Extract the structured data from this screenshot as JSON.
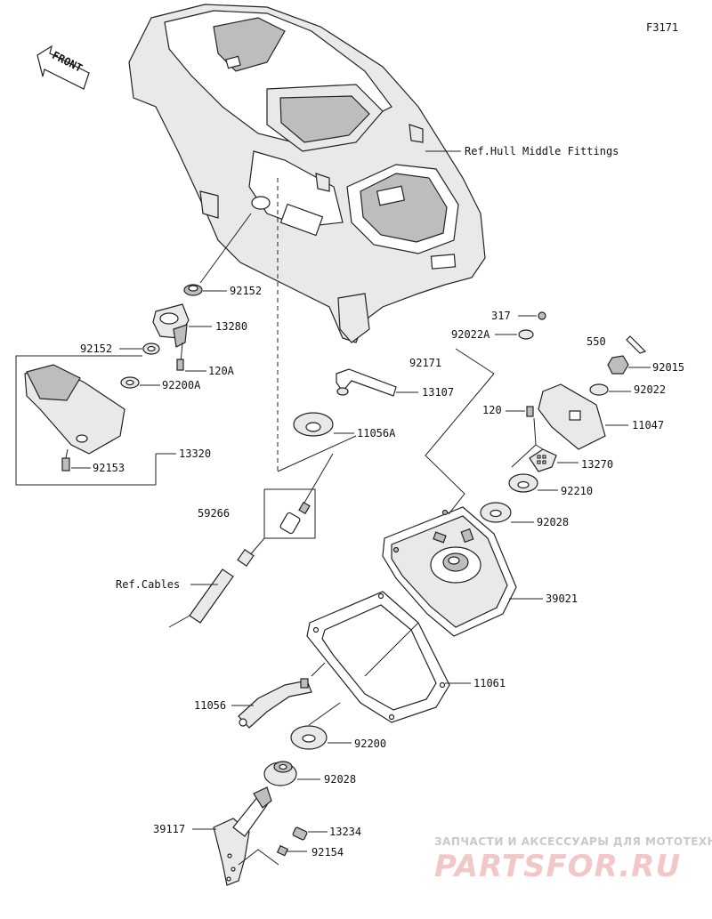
{
  "figure_code": "F3171",
  "front_label": "FRONT",
  "ref_labels": {
    "hull": "Ref.Hull Middle Fittings",
    "cables": "Ref.Cables"
  },
  "part_labels": {
    "p92152_a": "92152",
    "p13280": "13280",
    "p92152_b": "92152",
    "p120A": "120A",
    "p92200A": "92200A",
    "p13320": "13320",
    "p92153": "92153",
    "p13107": "13107",
    "p11056A": "11056A",
    "p59266": "59266",
    "p317": "317",
    "p92022A": "92022A",
    "p92171": "92171",
    "p550": "550",
    "p92015": "92015",
    "p92022": "92022",
    "p120": "120",
    "p11047": "11047",
    "p13270": "13270",
    "p92210": "92210",
    "p92028_a": "92028",
    "p39021": "39021",
    "p11061": "11061",
    "p11056": "11056",
    "p92200": "92200",
    "p92028_b": "92028",
    "p39117": "39117",
    "p13234": "13234",
    "p92154": "92154"
  },
  "watermark": {
    "tagline": "ЗАПЧАСТИ И АКСЕССУАРЫ ДЛЯ МОТОТЕХНИКИ",
    "brand": "PARTSFOR.RU"
  }
}
